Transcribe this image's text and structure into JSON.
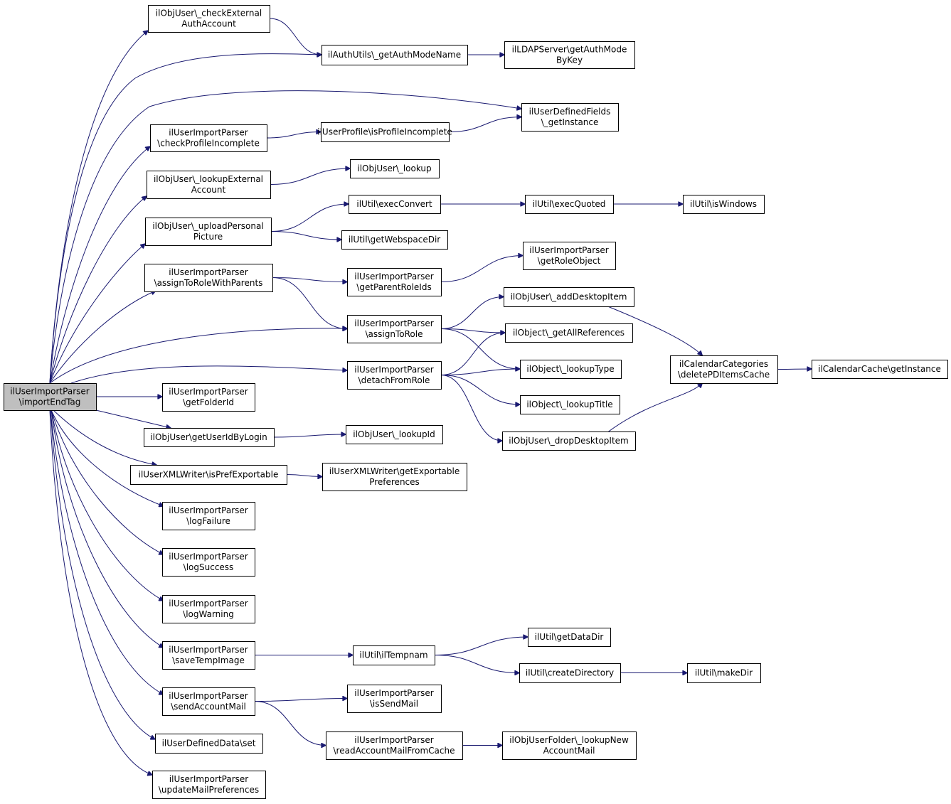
{
  "graph": {
    "root": "import_end_tag",
    "nodes": [
      {
        "id": "import_end_tag",
        "lines": [
          "ilUserImportParser",
          "\\importEndTag"
        ]
      },
      {
        "id": "check_external_auth_account",
        "lines": [
          "ilObjUser\\_checkExternal",
          "AuthAccount"
        ]
      },
      {
        "id": "get_auth_mode_name",
        "lines": [
          "ilAuthUtils\\_getAuthModeName"
        ]
      },
      {
        "id": "get_auth_mode_by_key",
        "lines": [
          "ilLDAPServer\\getAuthMode",
          "ByKey"
        ]
      },
      {
        "id": "user_defined_fields_get_instance",
        "lines": [
          "ilUserDefinedFields",
          "\\_getInstance"
        ]
      },
      {
        "id": "check_profile_incomplete",
        "lines": [
          "ilUserImportParser",
          "\\checkProfileIncomplete"
        ]
      },
      {
        "id": "is_profile_incomplete",
        "lines": [
          "ilUserProfile\\isProfileIncomplete"
        ]
      },
      {
        "id": "lookup_external_account",
        "lines": [
          "ilObjUser\\_lookupExternal",
          "Account"
        ]
      },
      {
        "id": "objuser_lookup",
        "lines": [
          "ilObjUser\\_lookup"
        ]
      },
      {
        "id": "upload_personal_picture",
        "lines": [
          "ilObjUser\\_uploadPersonal",
          "Picture"
        ]
      },
      {
        "id": "exec_convert",
        "lines": [
          "ilUtil\\execConvert"
        ]
      },
      {
        "id": "exec_quoted",
        "lines": [
          "ilUtil\\execQuoted"
        ]
      },
      {
        "id": "is_windows",
        "lines": [
          "ilUtil\\isWindows"
        ]
      },
      {
        "id": "get_webspace_dir",
        "lines": [
          "ilUtil\\getWebspaceDir"
        ]
      },
      {
        "id": "assign_to_role_with_parents",
        "lines": [
          "ilUserImportParser",
          "\\assignToRoleWithParents"
        ]
      },
      {
        "id": "get_parent_role_ids",
        "lines": [
          "ilUserImportParser",
          "\\getParentRoleIds"
        ]
      },
      {
        "id": "get_role_object",
        "lines": [
          "ilUserImportParser",
          "\\getRoleObject"
        ]
      },
      {
        "id": "assign_to_role",
        "lines": [
          "ilUserImportParser",
          "\\assignToRole"
        ]
      },
      {
        "id": "add_desktop_item",
        "lines": [
          "ilObjUser\\_addDesktopItem"
        ]
      },
      {
        "id": "get_all_references",
        "lines": [
          "ilObject\\_getAllReferences"
        ]
      },
      {
        "id": "lookup_type",
        "lines": [
          "ilObject\\_lookupType"
        ]
      },
      {
        "id": "lookup_title",
        "lines": [
          "ilObject\\_lookupTitle"
        ]
      },
      {
        "id": "detach_from_role",
        "lines": [
          "ilUserImportParser",
          "\\detachFromRole"
        ]
      },
      {
        "id": "drop_desktop_item",
        "lines": [
          "ilObjUser\\_dropDesktopItem"
        ]
      },
      {
        "id": "delete_pd_items_cache",
        "lines": [
          "ilCalendarCategories",
          "\\deletePDItemsCache"
        ]
      },
      {
        "id": "calendar_cache_get_instance",
        "lines": [
          "ilCalendarCache\\getInstance"
        ]
      },
      {
        "id": "get_folder_id",
        "lines": [
          "ilUserImportParser",
          "\\getFolderId"
        ]
      },
      {
        "id": "get_user_id_by_login",
        "lines": [
          "ilObjUser\\getUserIdByLogin"
        ]
      },
      {
        "id": "lookup_id",
        "lines": [
          "ilObjUser\\_lookupId"
        ]
      },
      {
        "id": "is_pref_exportable",
        "lines": [
          "ilUserXMLWriter\\isPrefExportable"
        ]
      },
      {
        "id": "get_exportable_preferences",
        "lines": [
          "ilUserXMLWriter\\getExportable",
          "Preferences"
        ]
      },
      {
        "id": "log_failure",
        "lines": [
          "ilUserImportParser",
          "\\logFailure"
        ]
      },
      {
        "id": "log_success",
        "lines": [
          "ilUserImportParser",
          "\\logSuccess"
        ]
      },
      {
        "id": "log_warning",
        "lines": [
          "ilUserImportParser",
          "\\logWarning"
        ]
      },
      {
        "id": "save_temp_image",
        "lines": [
          "ilUserImportParser",
          "\\saveTempImage"
        ]
      },
      {
        "id": "il_tempnam",
        "lines": [
          "ilUtil\\ilTempnam"
        ]
      },
      {
        "id": "get_data_dir",
        "lines": [
          "ilUtil\\getDataDir"
        ]
      },
      {
        "id": "create_directory",
        "lines": [
          "ilUtil\\createDirectory"
        ]
      },
      {
        "id": "make_dir",
        "lines": [
          "ilUtil\\makeDir"
        ]
      },
      {
        "id": "send_account_mail",
        "lines": [
          "ilUserImportParser",
          "\\sendAccountMail"
        ]
      },
      {
        "id": "is_send_mail",
        "lines": [
          "ilUserImportParser",
          "\\isSendMail"
        ]
      },
      {
        "id": "read_account_mail_from_cache",
        "lines": [
          "ilUserImportParser",
          "\\readAccountMailFromCache"
        ]
      },
      {
        "id": "lookup_new_account_mail",
        "lines": [
          "ilObjUserFolder\\_lookupNew",
          "AccountMail"
        ]
      },
      {
        "id": "user_defined_data_set",
        "lines": [
          "ilUserDefinedData\\set"
        ]
      },
      {
        "id": "update_mail_preferences",
        "lines": [
          "ilUserImportParser",
          "\\updateMailPreferences"
        ]
      }
    ],
    "edges": [
      [
        "import_end_tag",
        "check_external_auth_account"
      ],
      [
        "import_end_tag",
        "get_auth_mode_name"
      ],
      [
        "import_end_tag",
        "user_defined_fields_get_instance"
      ],
      [
        "import_end_tag",
        "check_profile_incomplete"
      ],
      [
        "import_end_tag",
        "lookup_external_account"
      ],
      [
        "import_end_tag",
        "upload_personal_picture"
      ],
      [
        "import_end_tag",
        "assign_to_role_with_parents"
      ],
      [
        "import_end_tag",
        "assign_to_role"
      ],
      [
        "import_end_tag",
        "detach_from_role"
      ],
      [
        "import_end_tag",
        "get_folder_id"
      ],
      [
        "import_end_tag",
        "get_user_id_by_login"
      ],
      [
        "import_end_tag",
        "is_pref_exportable"
      ],
      [
        "import_end_tag",
        "log_failure"
      ],
      [
        "import_end_tag",
        "log_success"
      ],
      [
        "import_end_tag",
        "log_warning"
      ],
      [
        "import_end_tag",
        "save_temp_image"
      ],
      [
        "import_end_tag",
        "send_account_mail"
      ],
      [
        "import_end_tag",
        "user_defined_data_set"
      ],
      [
        "import_end_tag",
        "update_mail_preferences"
      ],
      [
        "check_external_auth_account",
        "get_auth_mode_name"
      ],
      [
        "get_auth_mode_name",
        "get_auth_mode_by_key"
      ],
      [
        "check_profile_incomplete",
        "is_profile_incomplete"
      ],
      [
        "is_profile_incomplete",
        "user_defined_fields_get_instance"
      ],
      [
        "lookup_external_account",
        "objuser_lookup"
      ],
      [
        "upload_personal_picture",
        "exec_convert"
      ],
      [
        "upload_personal_picture",
        "get_webspace_dir"
      ],
      [
        "exec_convert",
        "exec_quoted"
      ],
      [
        "exec_quoted",
        "is_windows"
      ],
      [
        "assign_to_role_with_parents",
        "get_parent_role_ids"
      ],
      [
        "assign_to_role_with_parents",
        "assign_to_role"
      ],
      [
        "get_parent_role_ids",
        "get_role_object"
      ],
      [
        "assign_to_role",
        "add_desktop_item"
      ],
      [
        "assign_to_role",
        "get_all_references"
      ],
      [
        "assign_to_role",
        "lookup_type"
      ],
      [
        "detach_from_role",
        "get_all_references"
      ],
      [
        "detach_from_role",
        "lookup_type"
      ],
      [
        "detach_from_role",
        "lookup_title"
      ],
      [
        "detach_from_role",
        "drop_desktop_item"
      ],
      [
        "add_desktop_item",
        "delete_pd_items_cache"
      ],
      [
        "drop_desktop_item",
        "delete_pd_items_cache"
      ],
      [
        "delete_pd_items_cache",
        "calendar_cache_get_instance"
      ],
      [
        "get_user_id_by_login",
        "lookup_id"
      ],
      [
        "is_pref_exportable",
        "get_exportable_preferences"
      ],
      [
        "save_temp_image",
        "il_tempnam"
      ],
      [
        "il_tempnam",
        "get_data_dir"
      ],
      [
        "il_tempnam",
        "create_directory"
      ],
      [
        "create_directory",
        "make_dir"
      ],
      [
        "send_account_mail",
        "is_send_mail"
      ],
      [
        "send_account_mail",
        "read_account_mail_from_cache"
      ],
      [
        "read_account_mail_from_cache",
        "lookup_new_account_mail"
      ]
    ]
  }
}
